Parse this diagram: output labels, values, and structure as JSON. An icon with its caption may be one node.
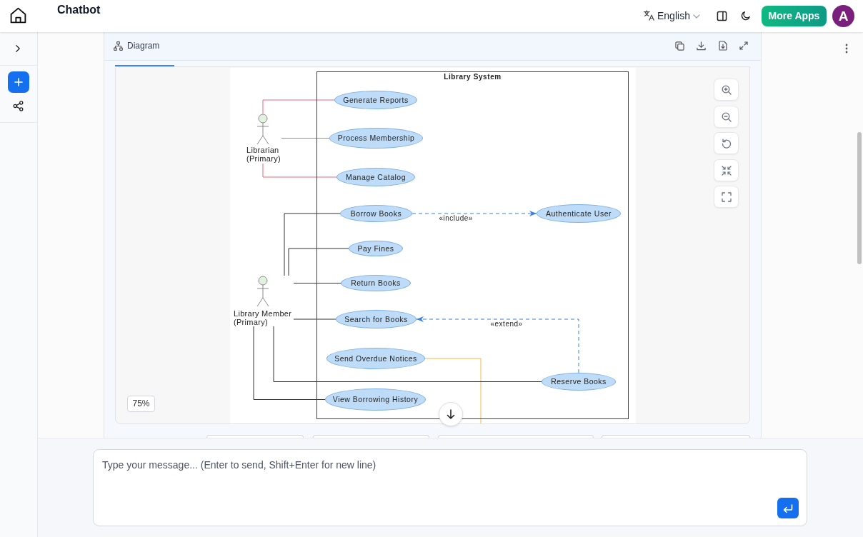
{
  "diagram": {
    "nodes": [
      {
        "text": [
          "Library System"
        ]
      },
      {
        "text": [
          "Librarian (Primary)"
        ]
      },
      {
        "text": [
          "Generate Reports"
        ],
        "in": 0
      },
      {
        "text": [
          "Process Membership"
        ],
        "in": 0
      },
      {
        "text": [
          "Manage Catalog"
        ],
        "in": 0
      },
      {
        "text": [
          "Borrow Books"
        ],
        "in": 0
      },
      {
        "text": [
          "Authenticate User"
        ],
        "in": 0
      },
      {
        "text": [
          "Pay Fines"
        ],
        "in": 0
      },
      {
        "text": [
          "Library Member (Primary)"
        ]
      },
      {
        "text": [
          "Return Books"
        ],
        "in": 0
      },
      {
        "text": [
          "Search for Books"
        ],
        "in": 0
      },
      {
        "text": [
          "Send Overdue Notices"
        ],
        "in": 0
      },
      {
        "text": [
          "Reserve Books"
        ],
        "in": 0
      },
      {
        "text": [
          "View Borrowing History"
        ],
        "in": 0
      }
    ],
    "edges": [
      {
        "from": 1,
        "to": 2,
        "arrow": "none",
        "color": "#e8677a"
      },
      {
        "from": 1,
        "to": 3,
        "arrow": "none",
        "color": "#e8677a"
      },
      {
        "from": 1,
        "to": 4,
        "arrow": "none",
        "color": "#e8677a"
      },
      {
        "from": 8,
        "to": 5,
        "arrow": "none"
      },
      {
        "from": 5,
        "to": 6,
        "arrow": "to",
        "label": "«include»",
        "style": "dashed",
        "color": "#3d7fdc"
      },
      {
        "from": 8,
        "to": 7,
        "arrow": "none"
      },
      {
        "from": 8,
        "to": 9,
        "arrow": "none"
      },
      {
        "from": 8,
        "to": 10,
        "arrow": "none"
      },
      {
        "from": 12,
        "to": 10,
        "arrow": "to",
        "label": "«extend»",
        "style": "dashed",
        "color": "#3d7fdc"
      },
      {
        "from": 11,
        "to": null,
        "arrow": "none",
        "color": "#f2b84b"
      },
      {
        "from": 8,
        "to": 12,
        "arrow": "none"
      },
      {
        "from": 8,
        "to": 13,
        "arrow": "none"
      }
    ],
    "labels": [
      "Chatbot",
      "English",
      "More Apps",
      "A",
      "Diagram",
      "75%",
      "Type your message... (Enter to send, Shift+Enter for new line)"
    ]
  }
}
